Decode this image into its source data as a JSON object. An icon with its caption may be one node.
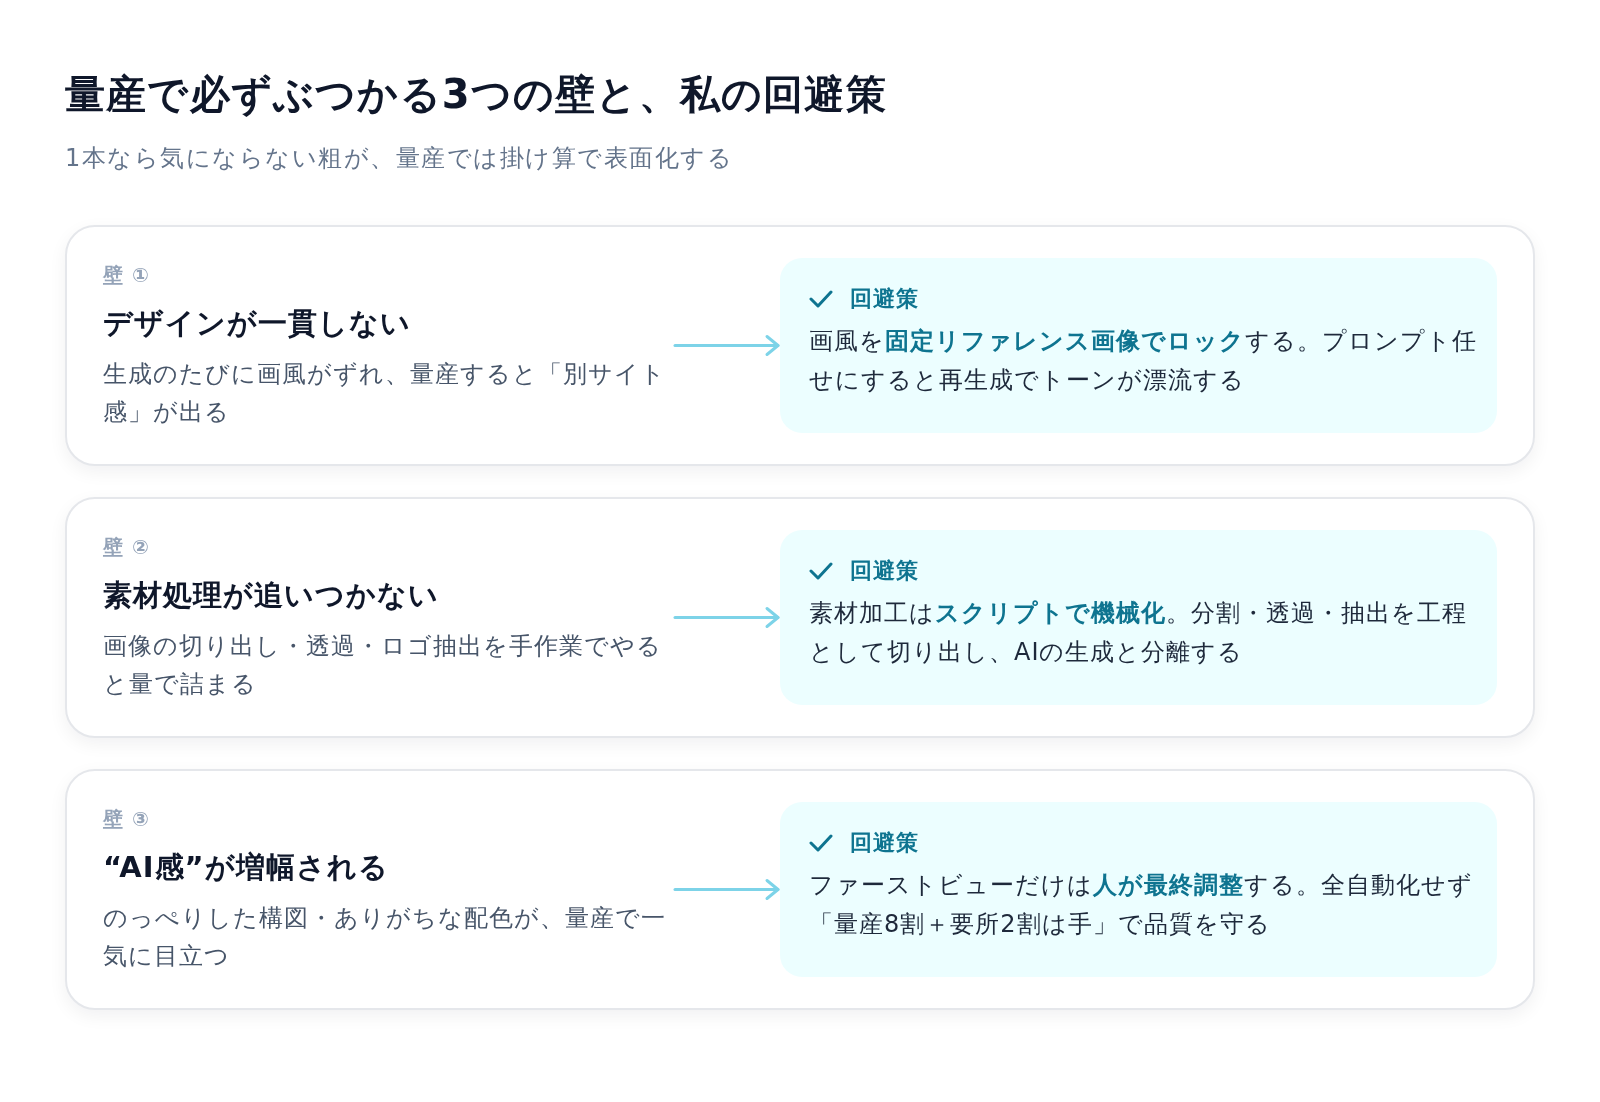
{
  "diagram": {
    "title": "量産で必ずぶつかる3つの壁と、私の回避策",
    "nodes": [
      {
        "text": [],
        "shape": "box"
      },
      {
        "text": [
          "壁 ①",
          "デザインが一貫しない",
          "生成のたびに画風がずれ、量産すると「別サイト感」が出る"
        ],
        "in": 0
      },
      {
        "text": [
          "回避策",
          "画風を**固定リファレンス画像でロック**する。プロンプト任せにすると再生成でトーンが漂流する"
        ],
        "in": 0
      },
      {
        "text": [],
        "shape": "box"
      },
      {
        "text": [
          "壁 ②",
          "素材処理が追いつかない",
          "画像の切り出し・透過・ロゴ抽出を手作業でやると量で詰まる"
        ],
        "in": 3
      },
      {
        "text": [
          "回避策",
          "素材加工は**スクリプトで機械化**。分割・透過・抽出を工程として切り出し、AIの生成と分離する"
        ],
        "in": 3
      },
      {
        "text": [],
        "shape": "box"
      },
      {
        "text": [
          "壁 ③",
          "“AI感”が増幅される",
          "のっぺりした構図・ありがちな配色が、量産で一気に目立つ"
        ],
        "in": 6
      },
      {
        "text": [
          "回避策",
          "ファーストビューだけは**人が最終調整**する。全自動化せず「量産8割＋要所2割は手」で品質を守る"
        ],
        "in": 6
      }
    ],
    "edges": [
      {
        "from": 1,
        "to": 2,
        "arrow": "to"
      },
      {
        "from": 4,
        "to": 5,
        "arrow": "to"
      },
      {
        "from": 7,
        "to": 8,
        "arrow": "to"
      }
    ],
    "labels": [
      "1本なら気にならない粗が、量産では掛け算で表面化する"
    ]
  }
}
